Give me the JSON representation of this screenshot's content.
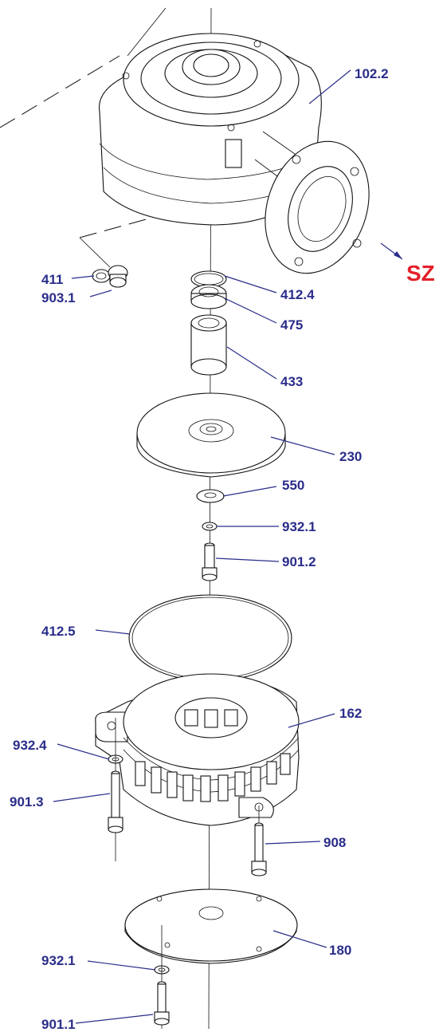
{
  "labels": {
    "l102_2": "102.2",
    "lSZ": "SZ",
    "l411": "411",
    "l903_1": "903.1",
    "l412_4": "412.4",
    "l475": "475",
    "l433": "433",
    "l230": "230",
    "l550": "550",
    "l932_1a": "932.1",
    "l901_2": "901.2",
    "l412_5": "412.5",
    "l162": "162",
    "l932_4": "932.4",
    "l901_3": "901.3",
    "l908": "908",
    "l180": "180",
    "l932_1b": "932.1",
    "l901_1": "901.1"
  },
  "colors": {
    "label": "#2a2d8a",
    "accent": "#e3202a",
    "line": "#111111"
  }
}
